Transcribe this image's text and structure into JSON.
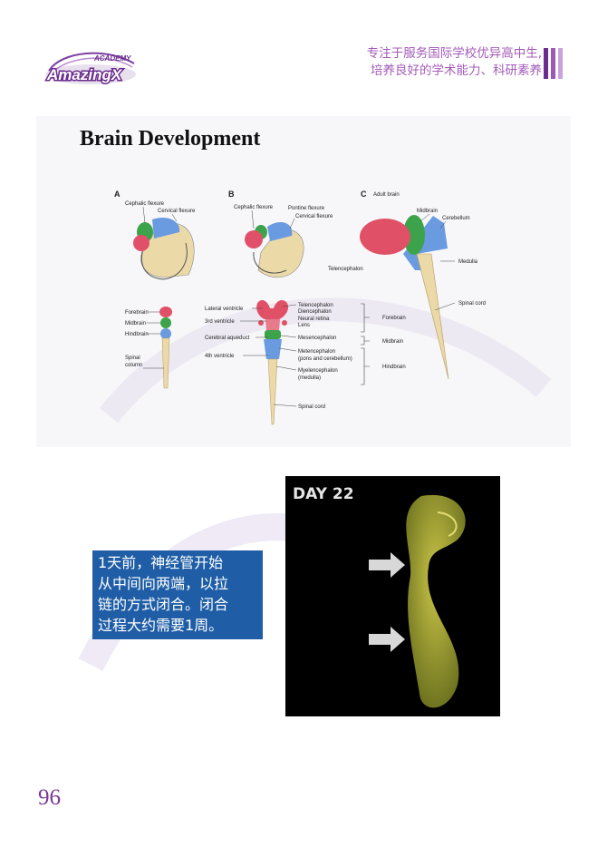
{
  "header": {
    "logo_top": "ACADEMY",
    "logo_main": "AmazingX",
    "tagline_line1": "专注于服务国际学校优异高中生,",
    "tagline_line2": "培养良好的学术能力、科研素养",
    "colors": {
      "accent": "#a35bb8",
      "brand_dark": "#6a2c8e"
    }
  },
  "slide1": {
    "title": "Brain Development",
    "panel_labels": {
      "a": "A",
      "b": "B",
      "c": "C"
    },
    "panel_a": {
      "cephalic_flexure": "Cephalic flexure",
      "cervical_flexure": "Cervical flexure"
    },
    "panel_b": {
      "cephalic_flexure": "Cephalic flexure",
      "pontine_flexure": "Pontine flexure",
      "cervical_flexure": "Cervical flexure"
    },
    "panel_c": {
      "title": "Adult brain",
      "midbrain": "Midbrain",
      "cerebellum": "Cerebellum",
      "telencephalon": "Telencephalon",
      "medulla": "Medulla",
      "spinal_cord": "Spinal cord"
    },
    "tube_a": {
      "forebrain": "Forebrain",
      "midbrain": "Midbrain",
      "hindbrain": "Hindbrain",
      "spinal_column_1": "Spinal",
      "spinal_column_2": "column"
    },
    "tube_b": {
      "lateral_ventricle": "Lateral ventricle",
      "third_ventricle": "3rd ventricle",
      "cerebral_aqueduct": "Cerebral aqueduct",
      "fourth_ventricle": "4th ventricle",
      "telencephalon": "Telencephalon",
      "diencephalon": "Diencephalon",
      "neural_retina": "Neural retina",
      "lens": "Lens",
      "mesencephalon": "Mesencephalon",
      "metencephalon_1": "Metencephalon",
      "metencephalon_2": "(pons and cerebellum)",
      "myelencephalon_1": "Myelencephalon",
      "myelencephalon_2": "(medulla)",
      "spinal_cord": "Spinal cord"
    },
    "brackets": {
      "forebrain": "Forebrain",
      "midbrain": "Midbrain",
      "hindbrain": "Hindbrain"
    }
  },
  "slide2": {
    "caption_lines": [
      "1天前，神经管开始",
      "从中间向两端，以拉",
      "链的方式闭合。闭合",
      "过程大约需要1周。"
    ],
    "photo_label": "DAY 22"
  },
  "page_number": "96"
}
